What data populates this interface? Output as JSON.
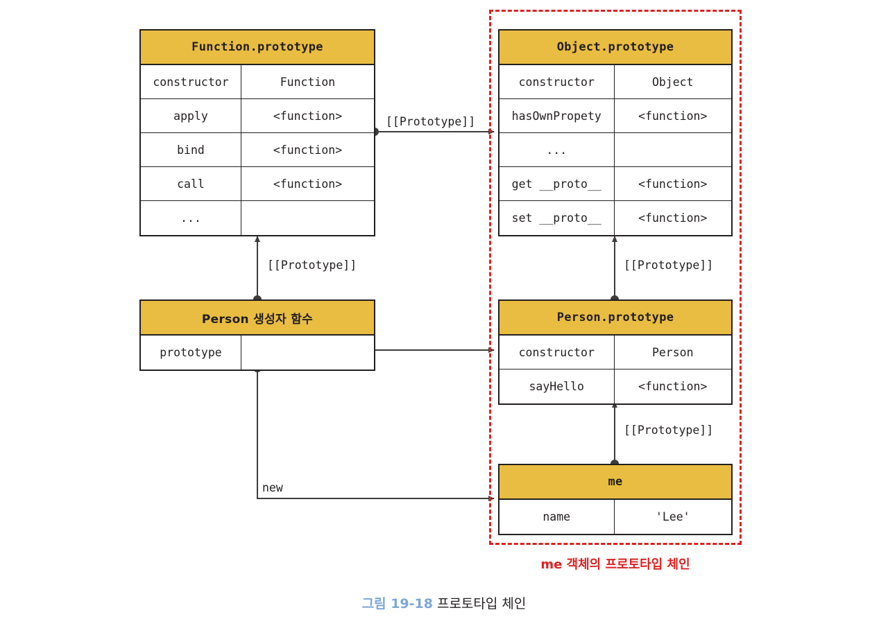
{
  "figure": {
    "number_label": "그림 19-18",
    "title": "프로토타입 체인",
    "chain_caption": "me 객체의 프로토타입 체인",
    "accent_header_color": "#e9bd42",
    "chain_region_color": "#dd2222",
    "number_color": "#7da7d9"
  },
  "boxes": {
    "function_prototype": {
      "title": "Function.prototype",
      "rows": [
        {
          "key": "constructor",
          "value": "Function"
        },
        {
          "key": "apply",
          "value": "<function>"
        },
        {
          "key": "bind",
          "value": "<function>"
        },
        {
          "key": "call",
          "value": "<function>"
        },
        {
          "key": "...",
          "value": ""
        }
      ]
    },
    "object_prototype": {
      "title": "Object.prototype",
      "rows": [
        {
          "key": "constructor",
          "value": "Object"
        },
        {
          "key": "hasOwnPropety",
          "value": "<function>"
        },
        {
          "key": "...",
          "value": ""
        },
        {
          "key": "get __proto__",
          "value": "<function>"
        },
        {
          "key": "set __proto__",
          "value": "<function>"
        }
      ]
    },
    "person_constructor": {
      "title": "Person 생성자 함수",
      "rows": [
        {
          "key": "prototype",
          "value": ""
        }
      ]
    },
    "person_prototype": {
      "title": "Person.prototype",
      "rows": [
        {
          "key": "constructor",
          "value": "Person"
        },
        {
          "key": "sayHello",
          "value": "<function>"
        }
      ]
    },
    "me_object": {
      "title": "me",
      "rows": [
        {
          "key": "name",
          "value": "'Lee'"
        }
      ]
    }
  },
  "edges": {
    "function_to_object": "[[Prototype]]",
    "person_ctor_to_function": "[[Prototype]]",
    "person_proto_to_object": "[[Prototype]]",
    "me_to_person_proto": "[[Prototype]]",
    "new_instance": "new"
  }
}
